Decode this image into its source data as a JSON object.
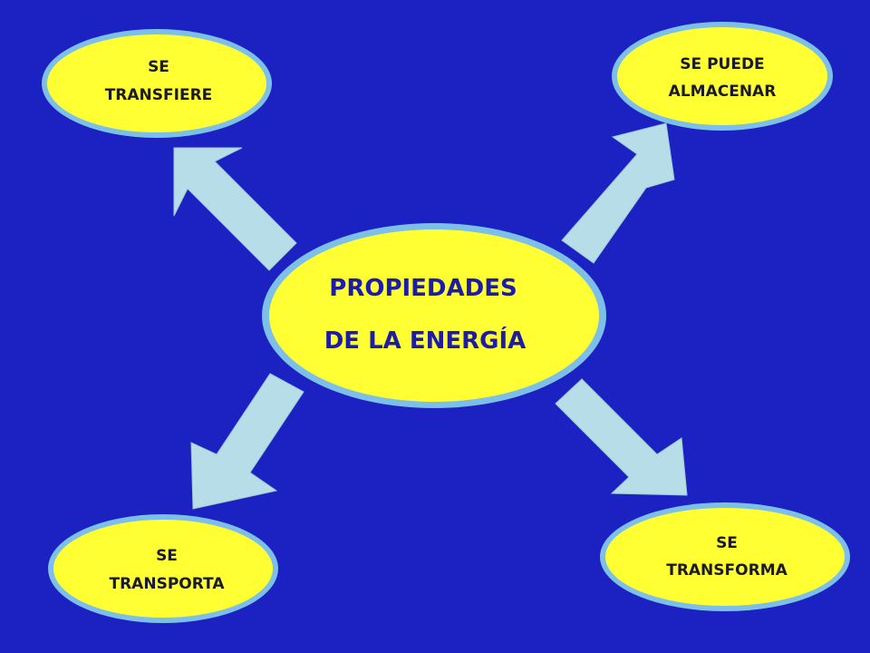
{
  "diagram": {
    "center": {
      "lines": [
        "PROPIEDADES",
        "DE LA ENERGÍA"
      ]
    },
    "properties": [
      {
        "id": "transfiere",
        "lines": [
          "SE",
          "TRANSFIERE"
        ]
      },
      {
        "id": "almacenar",
        "lines": [
          "SE PUEDE",
          "ALMACENAR"
        ]
      },
      {
        "id": "transporta",
        "lines": [
          "SE",
          "TRANSPORTA"
        ]
      },
      {
        "id": "transforma",
        "lines": [
          "SE",
          "TRANSFORMA"
        ]
      }
    ]
  },
  "colors": {
    "background": "#1c22c2",
    "node_fill": "#ffff33",
    "node_ring": "#7cc0ea",
    "arrow_fill": "#b7dde8",
    "center_text": "#1c1ca8",
    "node_text": "#1a1a2e"
  }
}
